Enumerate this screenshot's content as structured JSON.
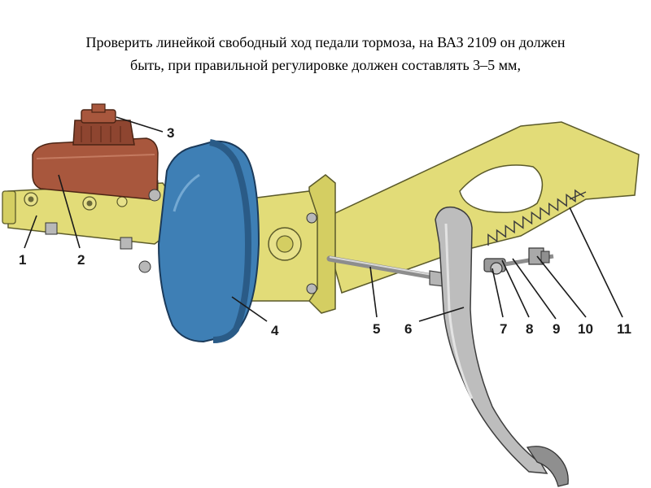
{
  "caption": {
    "line1": "Проверить линейкой свободный ход педали тормоза, на ВАЗ 2109 он должен",
    "line2": "быть, при правильной регулировке должен составлять 3–5 мм,"
  },
  "labels": {
    "l1": "1",
    "l2": "2",
    "l3": "3",
    "l4": "4",
    "l5": "5",
    "l6": "6",
    "l7": "7",
    "l8": "8",
    "l9": "9",
    "l10": "10",
    "l11": "11"
  }
}
